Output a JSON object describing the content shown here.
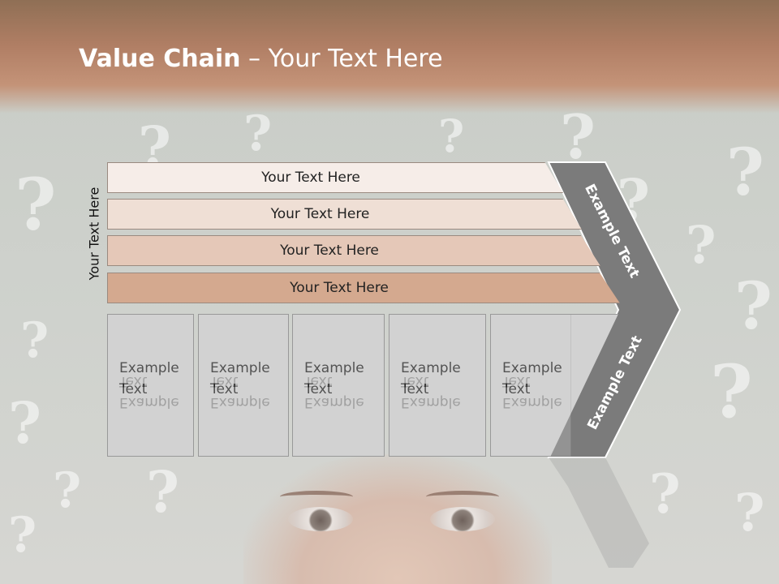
{
  "title": {
    "bold": "Value Chain",
    "rest": " – Your Text Here"
  },
  "side_label": "Your Text Here",
  "bars": [
    {
      "label": "Your Text Here",
      "color": "#f6ede8"
    },
    {
      "label": "Your Text Here",
      "color": "#efdfd5"
    },
    {
      "label": "Your Text Here",
      "color": "#e5c8b8"
    },
    {
      "label": "Your Text Here",
      "color": "#d4a98f"
    }
  ],
  "boxes": [
    {
      "line1": "Example",
      "line2": "Text"
    },
    {
      "line1": "Example",
      "line2": "Text"
    },
    {
      "line1": "Example",
      "line2": "Text"
    },
    {
      "line1": "Example",
      "line2": "Text"
    },
    {
      "line1": "Example",
      "line2": "Text"
    }
  ],
  "chevron": {
    "upper_label": "Example Text",
    "lower_label": "Example Text",
    "color": "#7b7b7b"
  }
}
